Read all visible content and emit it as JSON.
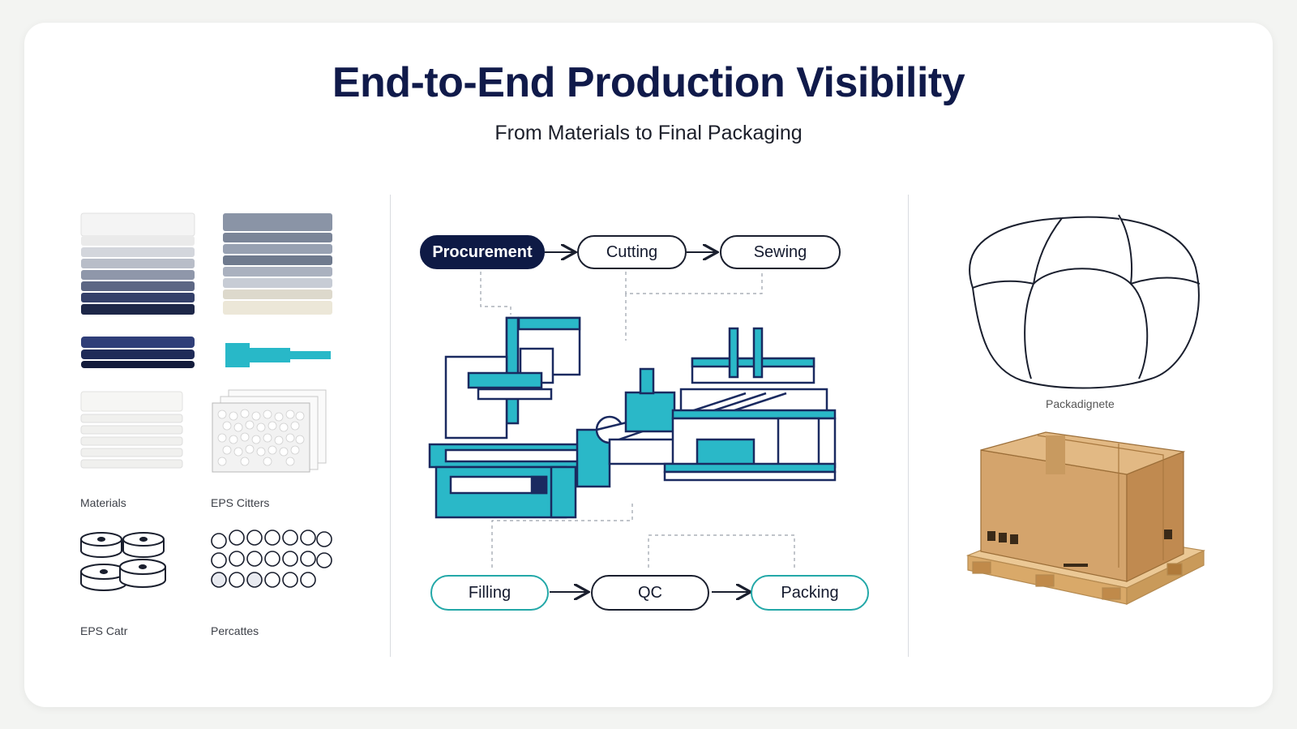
{
  "header": {
    "title": "End-to-End Production Visibility",
    "subtitle": "From Materials to Final Packaging"
  },
  "materials": {
    "captions": [
      "Materials",
      "EPS Citters",
      "EPS Catr",
      "Percattes"
    ]
  },
  "workflow": {
    "top_steps": [
      "Procurement",
      "Cutting",
      "Sewing"
    ],
    "bottom_steps": [
      "Filling",
      "QC",
      "Packing"
    ]
  },
  "outputs": {
    "beanbag_caption": "Packadignete"
  },
  "colors": {
    "navy": "#0e1a45",
    "teal": "#2ab8c8",
    "cardboard": "#d4a46c",
    "pallet": "#e3bd86"
  }
}
